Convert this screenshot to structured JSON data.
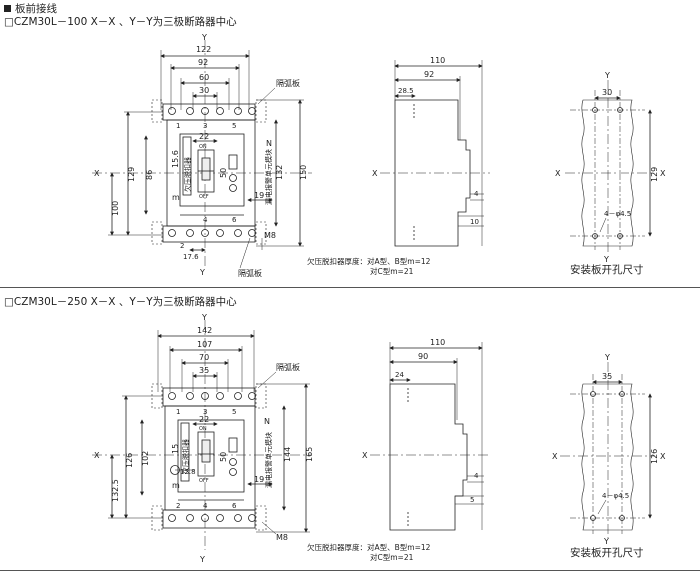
{
  "header": {
    "section_title": "板前接线",
    "model1_caption": "□CZM30L－100   X－X 、Y－Y为三极断路器中心",
    "model2_caption": "□CZM30L－250   X－X 、Y－Y为三极断路器中心"
  },
  "common": {
    "axis_x": "X",
    "axis_y": "Y",
    "terminals_top": [
      "1",
      "3",
      "5"
    ],
    "terminals_bottom": [
      "2",
      "4",
      "6"
    ],
    "on": "ON",
    "off": "OFF",
    "m": "m",
    "n": "N",
    "arc_board": "隔弧板",
    "screw": "M8",
    "undervoltage": "欠压脱扣器",
    "alarm_module": "漏电报警单元模块",
    "note_line1": "欠压脱扣器厚度：对A型、B型m=12",
    "note_line2": "对C型m=21",
    "mount_caption": "安装板开孔尺寸",
    "hole_label": "4－φ4.5"
  },
  "model1": {
    "front": {
      "w122": "122",
      "w92": "92",
      "w60": "60",
      "w30": "30",
      "w22": "22",
      "h15_6": "15.6",
      "h50": "50",
      "h129": "129",
      "h86": "86",
      "h132": "132",
      "h150": "150",
      "w19": "19",
      "h100": "100",
      "w17_6": "17.6"
    },
    "side": {
      "w110": "110",
      "w92": "92",
      "w28_5": "28.5",
      "d4": "4",
      "d10": "10"
    },
    "mount": {
      "w30": "30",
      "h129": "129"
    }
  },
  "model2": {
    "front": {
      "w142": "142",
      "w107": "107",
      "w70": "70",
      "w35": "35",
      "w22": "22",
      "h15": "15",
      "h50": "50",
      "h126": "126",
      "h102": "102",
      "h144": "144",
      "h165": "165",
      "w19": "19",
      "h132_5": "132.5",
      "w12_8": "12.8"
    },
    "side": {
      "w110": "110",
      "w90": "90",
      "w24": "24",
      "d4": "4",
      "d5": "5"
    },
    "mount": {
      "w35": "35",
      "h126": "126"
    }
  }
}
